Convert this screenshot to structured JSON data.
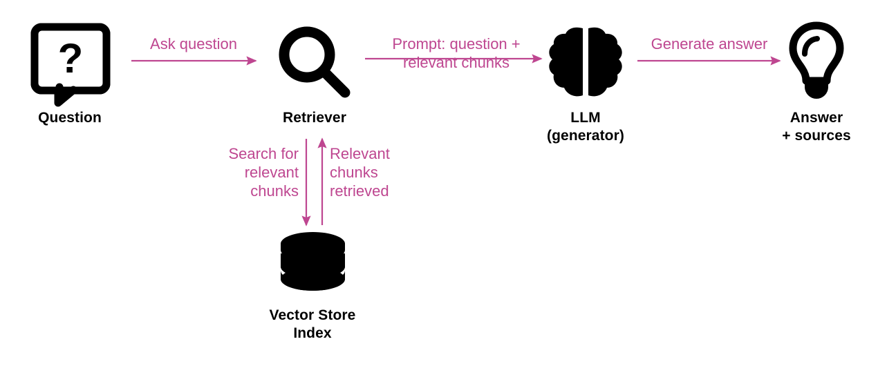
{
  "diagram": {
    "title": "Retrieval Augmented Generation pipeline",
    "colors": {
      "ink": "#000000",
      "accent_pink": "#BE4690",
      "background": "#FFFFFF"
    }
  },
  "nodes": [
    {
      "id": "question",
      "label": "Question",
      "icon": "speech-bubble-question-icon"
    },
    {
      "id": "retriever",
      "label": "Retriever",
      "icon": "magnifying-glass-icon"
    },
    {
      "id": "llm",
      "label": "LLM\n(generator)",
      "icon": "brain-icon"
    },
    {
      "id": "answer",
      "label": "Answer\n+ sources",
      "icon": "lightbulb-icon"
    },
    {
      "id": "vector-store",
      "label": "Vector Store\nIndex",
      "icon": "database-cylinder-icon"
    }
  ],
  "edges": [
    {
      "id": "ask-question",
      "label": "Ask question",
      "from": "question",
      "to": "retriever",
      "direction": "right"
    },
    {
      "id": "prompt",
      "label": "Prompt: question +\nrelevant chunks",
      "from": "retriever",
      "to": "llm",
      "direction": "right"
    },
    {
      "id": "generate-answer",
      "label": "Generate answer",
      "from": "llm",
      "to": "answer",
      "direction": "right"
    },
    {
      "id": "search-for-chunks",
      "label": "Search for\nrelevant\nchunks",
      "from": "retriever",
      "to": "vector-store",
      "direction": "down"
    },
    {
      "id": "chunks-retrieved",
      "label": "Relevant\nchunks\nretrieved",
      "from": "vector-store",
      "to": "retriever",
      "direction": "up"
    }
  ]
}
